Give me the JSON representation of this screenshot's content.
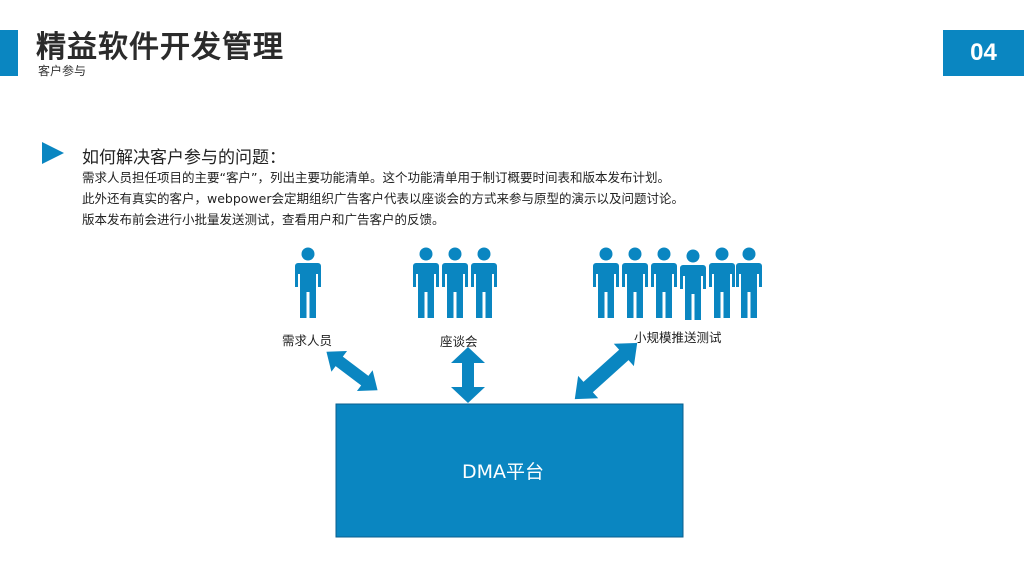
{
  "header": {
    "title": "精益软件开发管理",
    "subtitle": "客户参与",
    "page_number": "04",
    "accent_color": "#0a86c1"
  },
  "content": {
    "heading": "如何解决客户参与的问题：",
    "lines": [
      "需求人员担任项目的主要“客户”，列出主要功能清单。这个功能清单用于制订概要时间表和版本发布计划。",
      "此外还有真实的客户，webpower会定期组织广告客户代表以座谈会的方式来参与原型的演示以及问题讨论。",
      "版本发布前会进行小批量发送测试，查看用户和广告客户的反馈。"
    ]
  },
  "diagram": {
    "groups": [
      {
        "label": "需求人员",
        "people": 1
      },
      {
        "label": "座谈会",
        "people": 3
      },
      {
        "label": "小规模推送测试",
        "people": 6
      }
    ],
    "platform_label": "DMA平台",
    "icon": "person-icon",
    "arrow_icon": "double-arrow-icon"
  }
}
